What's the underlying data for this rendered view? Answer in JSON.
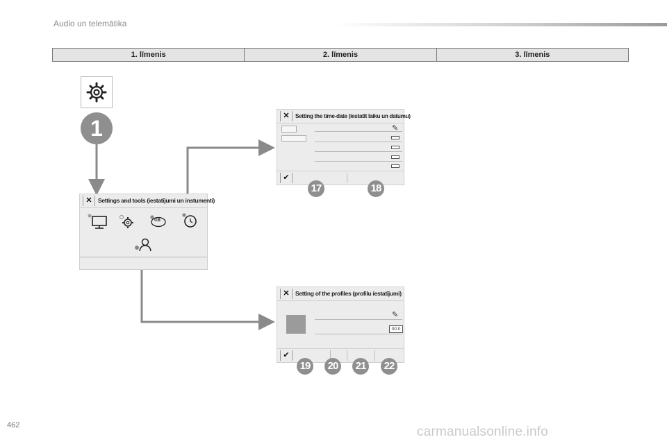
{
  "header": {
    "title": "Audio un telemātika"
  },
  "levels": [
    "1. līmenis",
    "2. līmenis",
    "3. līmenis"
  ],
  "badges": {
    "main": "1",
    "time_date": [
      "17",
      "18"
    ],
    "profiles": [
      "19",
      "20",
      "21",
      "22"
    ]
  },
  "screens": {
    "settings_tools": {
      "title": "Settings and tools (iestatījumi un instumenti)",
      "gb_label": "GB"
    },
    "time_date": {
      "title": "Setting the time-date (iestatīt laiku un datumu)"
    },
    "profiles": {
      "title": "Setting of the profiles (profilu iestatījumi)",
      "value": "00:0"
    }
  },
  "icons": {
    "close": "✕",
    "confirm": "✔",
    "edit": "✎"
  },
  "footer": {
    "page_number": "462",
    "watermark": "carmanualsonline.info"
  },
  "colors": {
    "arrow": "#8a8a8a",
    "badge": "#8f8f8f",
    "screen_bg": "#ececec"
  }
}
